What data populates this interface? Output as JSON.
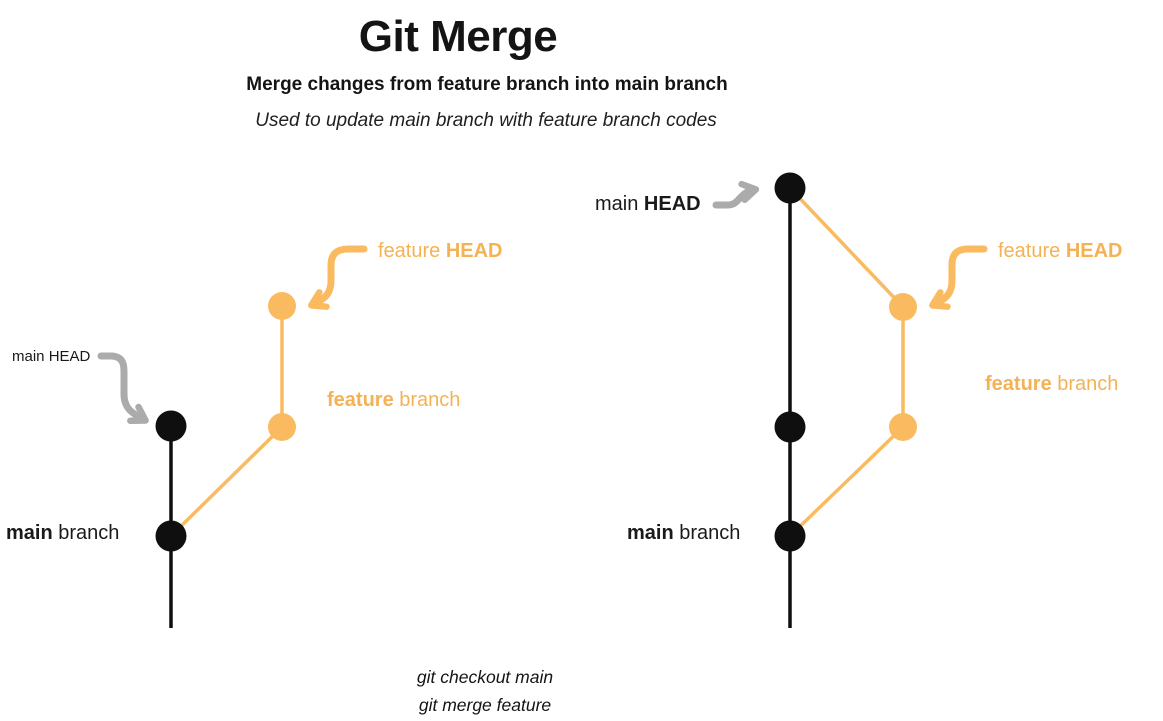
{
  "header": {
    "title": "Git Merge",
    "subtitle": "Merge changes from feature branch into main branch",
    "tagline": "Used to update main branch with feature branch codes"
  },
  "colors": {
    "feature": "#F5B254",
    "feature_light": "#FABB60",
    "main": "#0F0F0F",
    "gray": "#ABABAB"
  },
  "left_diagram": {
    "main_head": {
      "prefix": "main ",
      "suffix": "HEAD"
    },
    "feature_head": {
      "prefix": "feature ",
      "suffix": "HEAD"
    },
    "feature_branch": {
      "prefix": "feature",
      "suffix": " branch"
    },
    "main_branch": {
      "prefix": "main",
      "suffix": " branch"
    }
  },
  "right_diagram": {
    "main_head": {
      "prefix": "main ",
      "suffix": "HEAD"
    },
    "feature_head": {
      "prefix": "feature ",
      "suffix": "HEAD"
    },
    "feature_branch": {
      "prefix": "feature",
      "suffix": " branch"
    },
    "main_branch": {
      "prefix": "main",
      "suffix": " branch"
    }
  },
  "footer": {
    "command1": "git checkout main",
    "command2": "git merge feature"
  }
}
